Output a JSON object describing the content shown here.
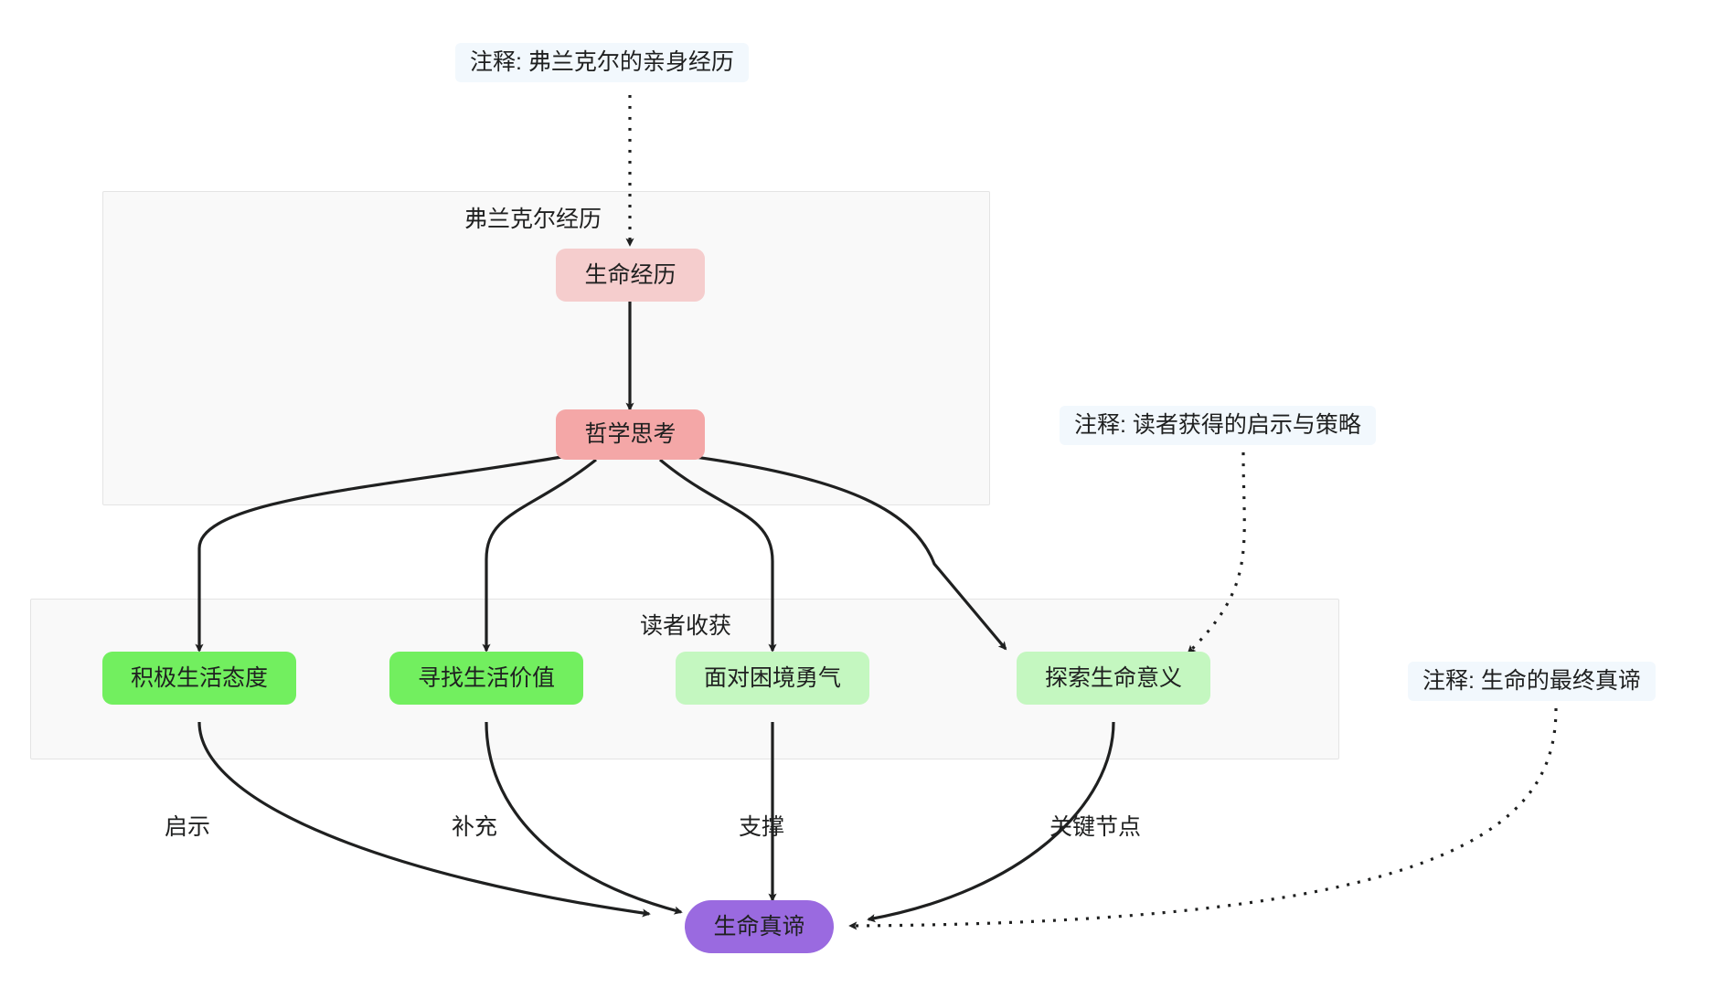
{
  "diagram": {
    "title_present": false,
    "colors": {
      "node_life_experience_bg": "#f5cdcd",
      "node_philosophy_bg": "#f4a7a7",
      "node_green_strong_bg": "#72ef5f",
      "node_green_light_bg": "#c4f7c0",
      "node_final_bg": "#9a6ae0",
      "cluster_bg": "#f9f9f9",
      "cluster_border": "#e4e4e4",
      "note_bg": "#f2f8fd",
      "edge_stroke": "#1f2020",
      "text": "#1f2020"
    },
    "clusters": [
      {
        "id": "frankl",
        "label": "弗兰克尔经历"
      },
      {
        "id": "reader",
        "label": "读者收获"
      }
    ],
    "nodes": [
      {
        "id": "life_exp",
        "label": "生命经历"
      },
      {
        "id": "philosophy",
        "label": "哲学思考"
      },
      {
        "id": "attitude",
        "label": "积极生活态度"
      },
      {
        "id": "value",
        "label": "寻找生活价值"
      },
      {
        "id": "courage",
        "label": "面对困境勇气"
      },
      {
        "id": "meaning",
        "label": "探索生命意义"
      },
      {
        "id": "truth",
        "label": "生命真谛"
      }
    ],
    "edge_labels": [
      {
        "id": "e_attitude_truth",
        "label": "启示"
      },
      {
        "id": "e_value_truth",
        "label": "补充"
      },
      {
        "id": "e_courage_truth",
        "label": "支撑"
      },
      {
        "id": "e_meaning_truth",
        "label": "关键节点"
      }
    ],
    "notes": [
      {
        "id": "note_frankl",
        "label": "注释: 弗兰克尔的亲身经历"
      },
      {
        "id": "note_reader",
        "label": "注释: 读者获得的启示与策略"
      },
      {
        "id": "note_truth",
        "label": "注释: 生命的最终真谛"
      }
    ]
  }
}
